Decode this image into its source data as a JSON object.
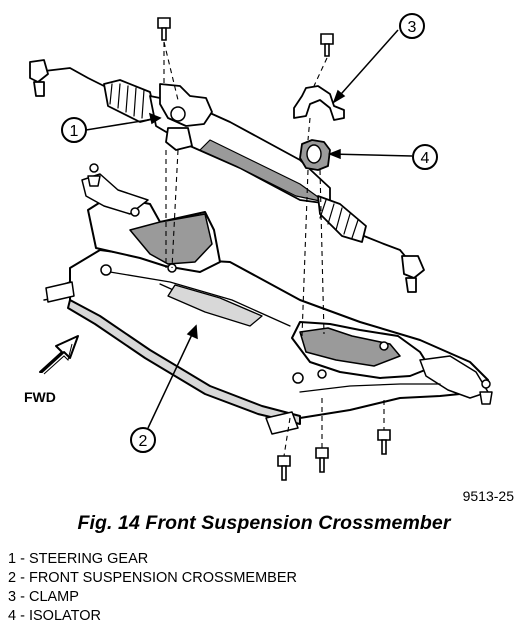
{
  "callouts": [
    "1",
    "2",
    "3",
    "4"
  ],
  "direction_label": "FWD",
  "figure_number": "9513-25",
  "caption": "Fig. 14 Front Suspension Crossmember",
  "legend": [
    {
      "number": "1",
      "text": "STEERING GEAR"
    },
    {
      "number": "2",
      "text": "FRONT SUSPENSION CROSSMEMBER"
    },
    {
      "number": "3",
      "text": "CLAMP"
    },
    {
      "number": "4",
      "text": "ISOLATOR"
    }
  ],
  "colors": {
    "ink": "#000000",
    "shade": "#9a9a9a",
    "light_shade": "#d8d8d8",
    "paper": "#ffffff"
  }
}
